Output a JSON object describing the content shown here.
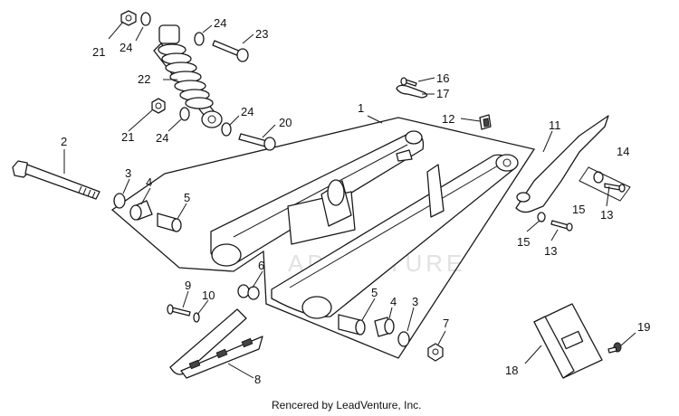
{
  "callouts": {
    "c1": "1",
    "c2": "2",
    "c3a": "3",
    "c3b": "3",
    "c4a": "4",
    "c4b": "4",
    "c5a": "5",
    "c5b": "5",
    "c6": "6",
    "c7": "7",
    "c8": "8",
    "c9": "9",
    "c10": "10",
    "c11": "11",
    "c12": "12",
    "c13a": "13",
    "c13b": "13",
    "c14": "14",
    "c15a": "15",
    "c15b": "15",
    "c16": "16",
    "c17": "17",
    "c18": "18",
    "c19": "19",
    "c20": "20",
    "c21a": "21",
    "c21b": "21",
    "c22": "22",
    "c23": "23",
    "c24a": "24",
    "c24b": "24",
    "c24c": "24"
  },
  "watermark": "ADVENTURE",
  "credit": "Rencered by LeadVenture, Inc."
}
